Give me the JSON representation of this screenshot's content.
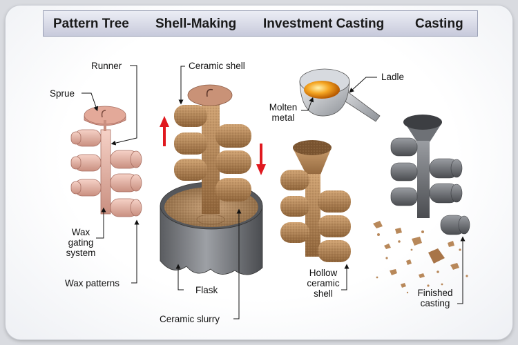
{
  "header": {
    "stages": [
      "Pattern Tree",
      "Shell-Making",
      "Investment Casting",
      "Casting"
    ]
  },
  "labels": {
    "runner": "Runner",
    "sprue": "Sprue",
    "wax_gating_line1": "Wax",
    "wax_gating_line2": "gating",
    "wax_gating_line3": "system",
    "wax_patterns": "Wax patterns",
    "ceramic_shell": "Ceramic shell",
    "flask": "Flask",
    "ceramic_slurry": "Ceramic slurry",
    "ladle": "Ladle",
    "molten_line1": "Molten",
    "molten_line2": "metal",
    "hollow_line1": "Hollow",
    "hollow_line2": "ceramic",
    "hollow_line3": "shell",
    "finished_line1": "Finished",
    "finished_line2": "casting"
  },
  "colors": {
    "wax": "#e8b5a8",
    "ceramic": "#b8885a",
    "metal": "#6a6d72",
    "molten": "#f5a623",
    "arrow": "#e0191f"
  }
}
